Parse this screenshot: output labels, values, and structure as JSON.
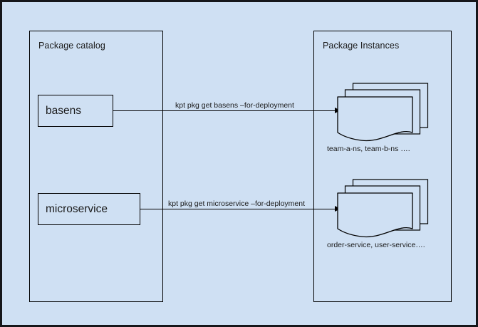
{
  "diagram": {
    "background_color": "#cfe0f3",
    "border_color": "#16161a",
    "stroke_color": "#000000",
    "panels": [
      {
        "title": "Package catalog"
      },
      {
        "title": "Package Instances"
      }
    ],
    "catalog_items": [
      {
        "label": "basens"
      },
      {
        "label": "microservice"
      }
    ],
    "connections": [
      {
        "label": "kpt pkg get basens –for-deployment"
      },
      {
        "label": "kpt pkg get microservice –for-deployment"
      }
    ],
    "instance_stacks": [
      {
        "caption": "team-a-ns, team-b-ns …."
      },
      {
        "caption": "order-service, user-service…."
      }
    ]
  }
}
